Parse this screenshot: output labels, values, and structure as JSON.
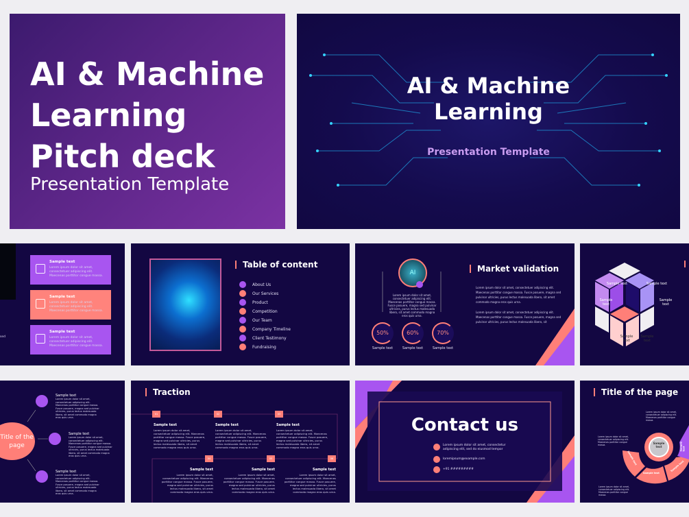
{
  "hero_left": {
    "title_lines": [
      "AI & Machine",
      "Learning",
      "Pitch deck"
    ],
    "subtitle": "Presentation Template"
  },
  "hero_right": {
    "title_lines": [
      "AI & Machine",
      "Learning"
    ],
    "subtitle": "Presentation Template"
  },
  "lorem_short": "Lorem ipsum dolor sit amet, consectetuer adipiscing elit. Maecenas porttitor congue massa.",
  "lorem_long": "Lorem ipsum dolor sit amet, consectetuer adipiscing elit. Maecenas porttitor congue massa. Fusce posuere, magna sed pulvinar ultricies, purus lectus malesuada libero, sit amet commodo magna eros quis urna.",
  "lorem_short2": "Lorem ipsum dolor sit amet, consectetuer adipiscing elit. Maecenas porttitor congue massa. Fusce posuere, magna sed pulvinar ultricies, purus lectus malesuada libero, sit",
  "sample_text": "Sample text",
  "cards_slide": {
    "partial_text": "sed",
    "cards": [
      {
        "title": "Sample text",
        "color": "#a855f0"
      },
      {
        "title": "Sample text",
        "color": "#ff837c"
      },
      {
        "title": "Sample text",
        "color": "#a855f0"
      }
    ]
  },
  "toc": {
    "title": "Table of content",
    "items": [
      "About Us",
      "Our Services",
      "Product",
      "Competition",
      "Our Team",
      "Company Timeline",
      "Client Testimony",
      "Fundraising"
    ]
  },
  "market": {
    "title": "Market validation",
    "image_label": "AI",
    "stats": [
      {
        "value": "50%",
        "label": "Sample text"
      },
      {
        "value": "60%",
        "label": "Sample text"
      },
      {
        "value": "70%",
        "label": "Sample text"
      }
    ]
  },
  "hexagon": {
    "labels": [
      "Sample text",
      "Sample text",
      "Sample text",
      "Sample text",
      "Sample text",
      "Sample text"
    ]
  },
  "mind": {
    "center": "Title of the page",
    "items": [
      "Sample text",
      "Sample text",
      "Sample text"
    ]
  },
  "traction": {
    "title": "Traction",
    "steps": [
      {
        "n": "01",
        "title": "Sample text"
      },
      {
        "n": "02",
        "title": "Sample text"
      },
      {
        "n": "03",
        "title": "Sample text"
      },
      {
        "n": "04",
        "title": "Sample text"
      },
      {
        "n": "05",
        "title": "Sample text"
      },
      {
        "n": "06",
        "title": "Sample text"
      }
    ]
  },
  "contact": {
    "title": "Contact us",
    "address": "Lorem ipsum dolor sit amet, consectetur adipiscing elit, sed do eiusmod tempor",
    "email": "loremipsum@example.com",
    "phone": "+91 #########"
  },
  "cycle": {
    "title": "Title of the page",
    "center": "Sample text",
    "segments": [
      "Sample text",
      "Sample text",
      "Sample text",
      "Sample text"
    ],
    "bullets": "Lorem ipsum dolor sit amet, consectetuer adipiscing elit. Maecenas porttitor congue massa."
  },
  "colors": {
    "bg": "#130742",
    "coral": "#ff7f78",
    "purple": "#a855f0"
  }
}
